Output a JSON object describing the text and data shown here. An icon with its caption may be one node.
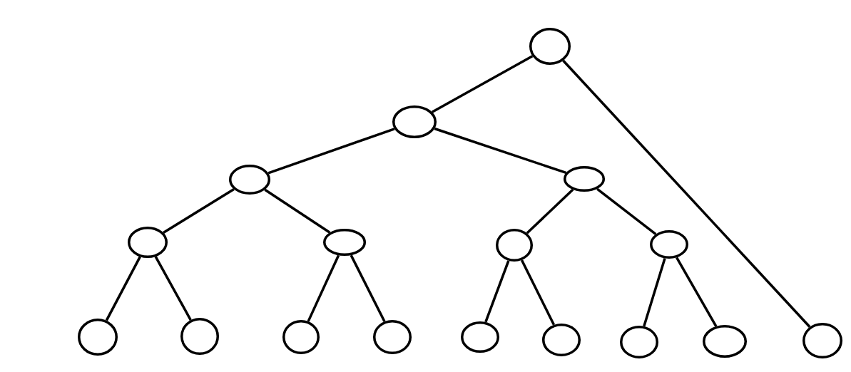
{
  "diagram": {
    "nodes": [
      {
        "text": [],
        "shape": "ellipse"
      },
      {
        "text": [],
        "shape": "ellipse"
      },
      {
        "text": [],
        "shape": "ellipse"
      },
      {
        "text": [],
        "shape": "ellipse"
      },
      {
        "text": [],
        "shape": "ellipse"
      },
      {
        "text": [],
        "shape": "ellipse"
      },
      {
        "text": [],
        "shape": "ellipse"
      },
      {
        "text": [],
        "shape": "ellipse"
      },
      {
        "text": [],
        "shape": "ellipse"
      },
      {
        "text": [],
        "shape": "ellipse"
      },
      {
        "text": [],
        "shape": "ellipse"
      },
      {
        "text": [],
        "shape": "ellipse"
      },
      {
        "text": [],
        "shape": "ellipse"
      },
      {
        "text": [],
        "shape": "ellipse"
      },
      {
        "text": [],
        "shape": "ellipse"
      },
      {
        "text": [],
        "shape": "ellipse"
      },
      {
        "text": [],
        "shape": "ellipse"
      }
    ],
    "edges": [
      {
        "from": 0,
        "to": 1,
        "arrow": "none"
      },
      {
        "from": 0,
        "to": 16,
        "arrow": "none"
      },
      {
        "from": 1,
        "to": 2,
        "arrow": "none"
      },
      {
        "from": 1,
        "to": 3,
        "arrow": "none"
      },
      {
        "from": 2,
        "to": 4,
        "arrow": "none"
      },
      {
        "from": 2,
        "to": 5,
        "arrow": "none"
      },
      {
        "from": 3,
        "to": 6,
        "arrow": "none"
      },
      {
        "from": 3,
        "to": 7,
        "arrow": "none"
      },
      {
        "from": 4,
        "to": 8,
        "arrow": "none"
      },
      {
        "from": 4,
        "to": 9,
        "arrow": "none"
      },
      {
        "from": 5,
        "to": 10,
        "arrow": "none"
      },
      {
        "from": 5,
        "to": 11,
        "arrow": "none"
      },
      {
        "from": 6,
        "to": 12,
        "arrow": "none"
      },
      {
        "from": 6,
        "to": 13,
        "arrow": "none"
      },
      {
        "from": 7,
        "to": 14,
        "arrow": "none"
      },
      {
        "from": 7,
        "to": 15,
        "arrow": "none"
      }
    ]
  }
}
